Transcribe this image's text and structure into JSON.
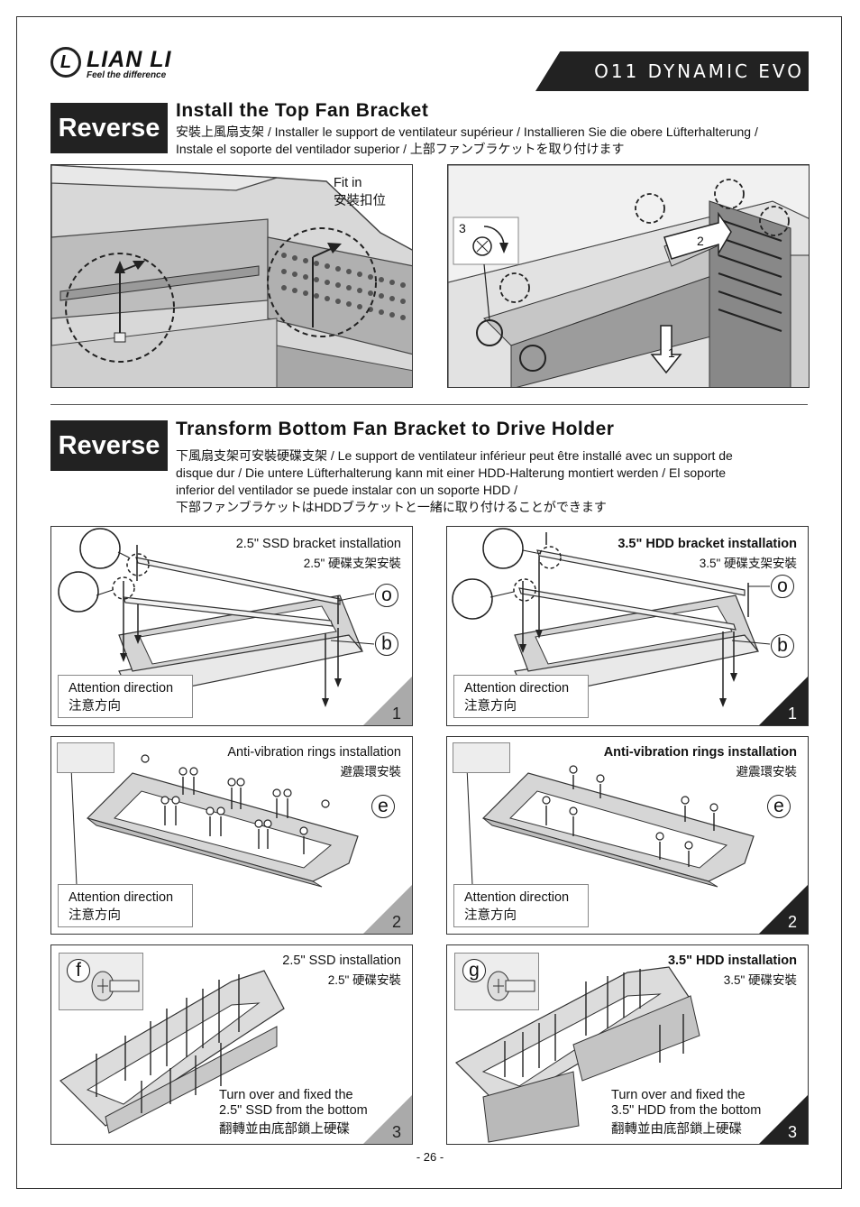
{
  "header": {
    "brand_mark": "L",
    "brand_name": "LIAN LI",
    "brand_tagline": "Feel the difference",
    "model": "O11 DYNAMIC EVO"
  },
  "section1": {
    "badge": "Reverse",
    "title": "Install the Top Fan Bracket",
    "desc_line1": "安裝上風扇支架 / Installer le support de ventilateur supérieur / Installieren Sie die obere Lüfterhalterung /",
    "desc_line2": "Instale el soporte del ventilador superior / 上部ファンブラケットを取り付けます",
    "left_panel": {
      "label_en": "Fit in",
      "label_zh": "安裝扣位"
    },
    "right_panel": {
      "step1": "1",
      "step2": "2",
      "step3": "3"
    }
  },
  "section2": {
    "badge": "Reverse",
    "title": "Transform Bottom Fan Bracket to Drive Holder",
    "desc_line1": "下風扇支架可安裝硬碟支架 / Le support de ventilateur inférieur peut être installé avec un support de",
    "desc_line2": "disque dur / Die untere Lüfterhalterung kann mit einer HDD-Halterung montiert werden / El soporte",
    "desc_line3": "inferior del ventilador se puede instalar con un soporte HDD /",
    "desc_line4": "下部ファンブラケットはHDDブラケットと一緒に取り付けることができます"
  },
  "panels": {
    "ssd_bracket": {
      "title": "2.5\" SSD bracket installation",
      "sub": "2.5\" 硬碟支架安裝",
      "attn_en": "Attention direction",
      "attn_zh": "注意方向",
      "step": "1",
      "mark_o": "o",
      "mark_b": "b"
    },
    "hdd_bracket": {
      "title": "3.5\" HDD bracket installation",
      "sub": "3.5\" 硬碟支架安裝",
      "attn_en": "Attention direction",
      "attn_zh": "注意方向",
      "step": "1",
      "mark_o": "o",
      "mark_b": "b"
    },
    "ssd_rings": {
      "title": "Anti-vibration rings installation",
      "sub": "避震環安裝",
      "attn_en": "Attention direction",
      "attn_zh": "注意方向",
      "step": "2",
      "mark": "e"
    },
    "hdd_rings": {
      "title": "Anti-vibration rings installation",
      "sub": "避震環安裝",
      "attn_en": "Attention direction",
      "attn_zh": "注意方向",
      "step": "2",
      "mark": "e"
    },
    "ssd_install": {
      "title": "2.5\" SSD installation",
      "sub": "2.5\" 硬碟安裝",
      "turn1": "Turn over and fixed the",
      "turn2": "2.5\" SSD from the bottom",
      "turn_zh": "翻轉並由底部鎖上硬碟",
      "step": "3",
      "mark": "f"
    },
    "hdd_install": {
      "title": "3.5\" HDD installation",
      "sub": "3.5\" 硬碟安裝",
      "turn1": "Turn over and fixed the",
      "turn2": "3.5\" HDD from the bottom",
      "turn_zh": "翻轉並由底部鎖上硬碟",
      "step": "3",
      "mark": "g"
    }
  },
  "footer": {
    "page": "- 26 -"
  }
}
